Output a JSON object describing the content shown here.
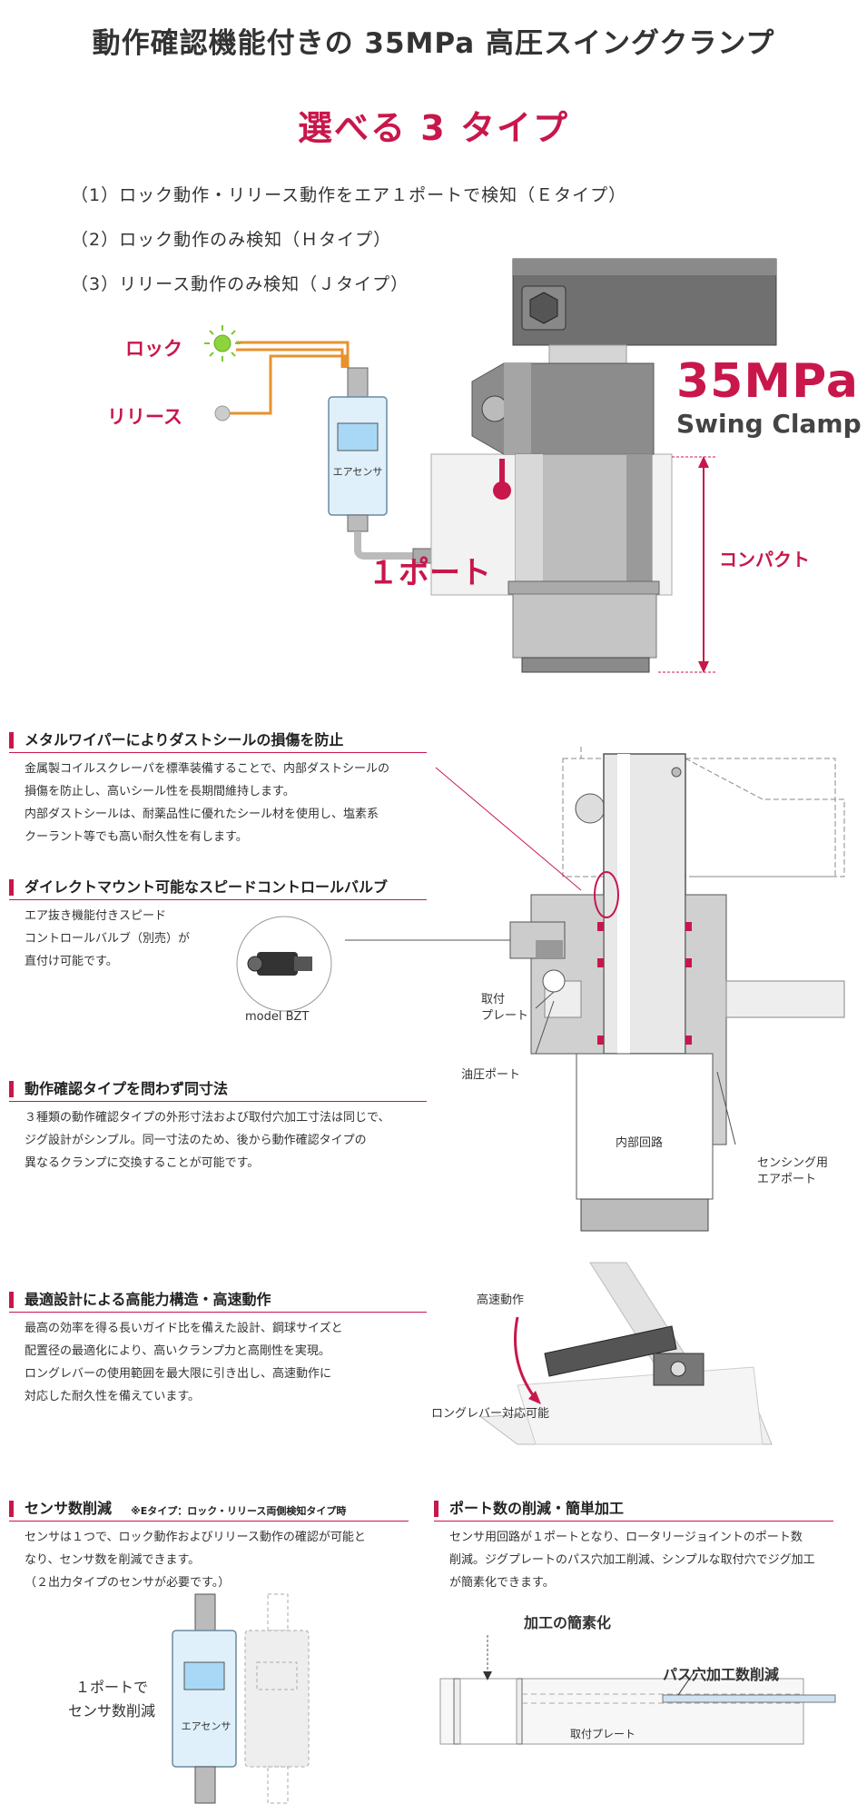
{
  "header": {
    "title": "動作確認機能付きの 35MPa 高圧スイングクランプ",
    "subtitle": "選べる 3 タイプ"
  },
  "types": [
    "（1）ロック動作・リリース動作をエア１ポートで検知（Ｅタイプ）",
    "（2）ロック動作のみ検知（Ｈタイプ）",
    "（3）リリース動作のみ検知（Ｊタイプ）"
  ],
  "hero": {
    "lock_label": "ロック",
    "release_label": "リリース",
    "sensor_label": "エアセンサ",
    "port_label": "１ポート",
    "pressure": "35MPa",
    "product": "Swing Clamp",
    "compact_label": "コンパクト"
  },
  "sections": {
    "wiper": {
      "heading": "メタルワイパーによりダストシールの損傷を防止",
      "lines": [
        "金属製コイルスクレーパを標準装備することで、内部ダストシールの",
        "損傷を防止し、高いシール性を長期間維持します。",
        "内部ダストシールは、耐薬品性に優れたシール材を使用し、塩素系",
        "クーラント等でも高い耐久性を有します。"
      ]
    },
    "valve": {
      "heading": "ダイレクトマウント可能なスピードコントロールバルブ",
      "lines": [
        "エア抜き機能付きスピード",
        "コントロールバルブ（別売）が",
        "直付け可能です。"
      ],
      "model": "model BZT"
    },
    "same_size": {
      "heading": "動作確認タイプを問わず同寸法",
      "lines": [
        "３種類の動作確認タイプの外形寸法および取付穴加工寸法は同じで、",
        "ジグ設計がシンプル。同一寸法のため、後から動作確認タイプの",
        "異なるクランプに交換することが可能です。"
      ]
    },
    "cross_section": {
      "mount_plate": "取付\nプレート",
      "oil_port": "油圧ポート",
      "internal_circuit": "内部回路",
      "sensing_port": "センシング用\nエアポート"
    },
    "design": {
      "heading": "最適設計による高能力構造・高速動作",
      "lines": [
        "最高の効率を得る長いガイド比を備えた設計、鋼球サイズと",
        "配置径の最適化により、高いクランプ力と高剛性を実現。",
        "ロングレバーの使用範囲を最大限に引き出し、高速動作に",
        "対応した耐久性を備えています。"
      ],
      "fast_label": "高速動作",
      "lever_label": "ロングレバー対応可能"
    },
    "sensor_reduction": {
      "heading": "センサ数削減",
      "note": "※Eタイプ：ロック・リリース両側検知タイプ時",
      "lines": [
        "センサは１つで、ロック動作およびリリース動作の確認が可能と",
        "なり、センサ数を削減できます。",
        "（２出力タイプのセンサが必要です。）"
      ],
      "caption_1": "１ポートで",
      "caption_2": "センサ数削減",
      "sensor_label": "エアセンサ"
    },
    "port_reduction": {
      "heading": "ポート数の削減・簡単加工",
      "lines": [
        "センサ用回路が１ポートとなり、ロータリージョイントのポート数",
        "削減。ジグプレートのパス穴加工削減、シンプルな取付穴でジグ加工",
        "が簡素化できます。"
      ],
      "simplify_label": "加工の簡素化",
      "pass_label": "パス穴加工数削減",
      "plate_label": "取付プレート"
    }
  },
  "colors": {
    "accent": "#c8174b",
    "text": "#333333",
    "metal_dark": "#6b6b6b",
    "metal_light": "#d9d9d9",
    "air_line": "#e8922e",
    "air_blue": "#4fb3e8"
  }
}
